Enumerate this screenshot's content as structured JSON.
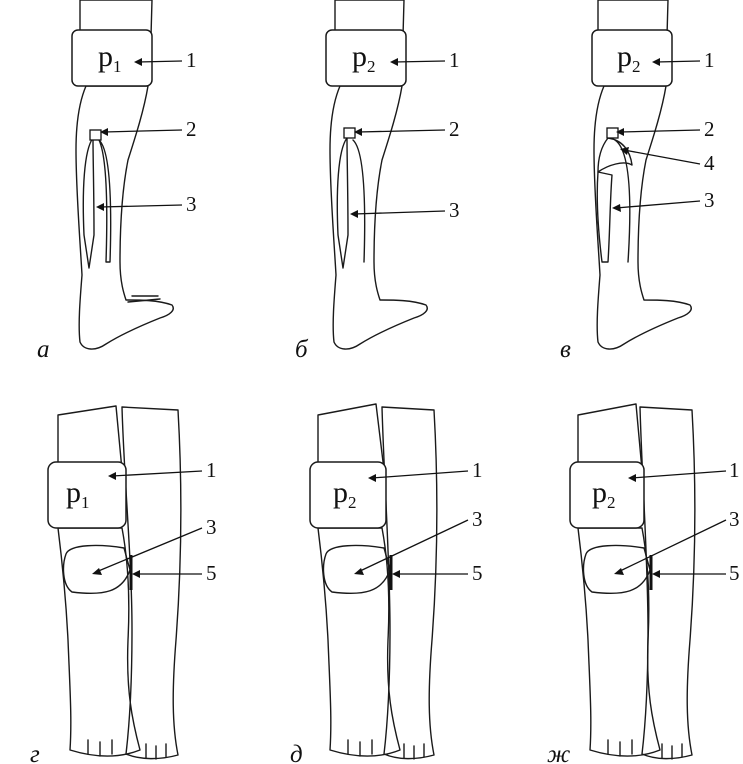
{
  "panels": [
    {
      "caption": "а",
      "cuff_label": {
        "base": "p",
        "sub": "1"
      },
      "callouts": [
        "1",
        "2",
        "3"
      ],
      "colors": {
        "leg": "#ffffff",
        "thigh": "#b9b9b9",
        "vein": "#ffffff"
      }
    },
    {
      "caption": "б",
      "cuff_label": {
        "base": "p",
        "sub": "2"
      },
      "callouts": [
        "1",
        "2",
        "3"
      ],
      "colors": {
        "leg": "#5b5b5b",
        "thigh": "#b9b9b9",
        "vein": "#5b5b5b"
      }
    },
    {
      "caption": "в",
      "cuff_label": {
        "base": "p",
        "sub": "2"
      },
      "callouts": [
        "1",
        "2",
        "4",
        "3"
      ],
      "colors": {
        "leg": "#7c7c7c",
        "thigh": "#b9b9b9",
        "vein": "#7c7c7c",
        "vein_upper": "#cfcfcf"
      }
    },
    {
      "caption": "г",
      "cuff_label": {
        "base": "p",
        "sub": "1"
      },
      "callouts": [
        "1",
        "3",
        "5"
      ],
      "colors": {
        "leg": "#ffffff",
        "thigh": "#b9b9b9",
        "other_leg": "#c6c6c6",
        "patch": "#ffffff"
      }
    },
    {
      "caption": "д",
      "cuff_label": {
        "base": "p",
        "sub": "2"
      },
      "callouts": [
        "1",
        "3",
        "5"
      ],
      "colors": {
        "leg": "#5b5b5b",
        "thigh": "#b9b9b9",
        "other_leg": "#c6c6c6",
        "patch": "#5b5b5b"
      }
    },
    {
      "caption": "ж",
      "cuff_label": {
        "base": "p",
        "sub": "2"
      },
      "callouts": [
        "1",
        "3",
        "5"
      ],
      "colors": {
        "leg": "#5b5b5b",
        "thigh": "#b9b9b9",
        "other_leg": "#c6c6c6",
        "patch": "#ffffff"
      }
    }
  ]
}
